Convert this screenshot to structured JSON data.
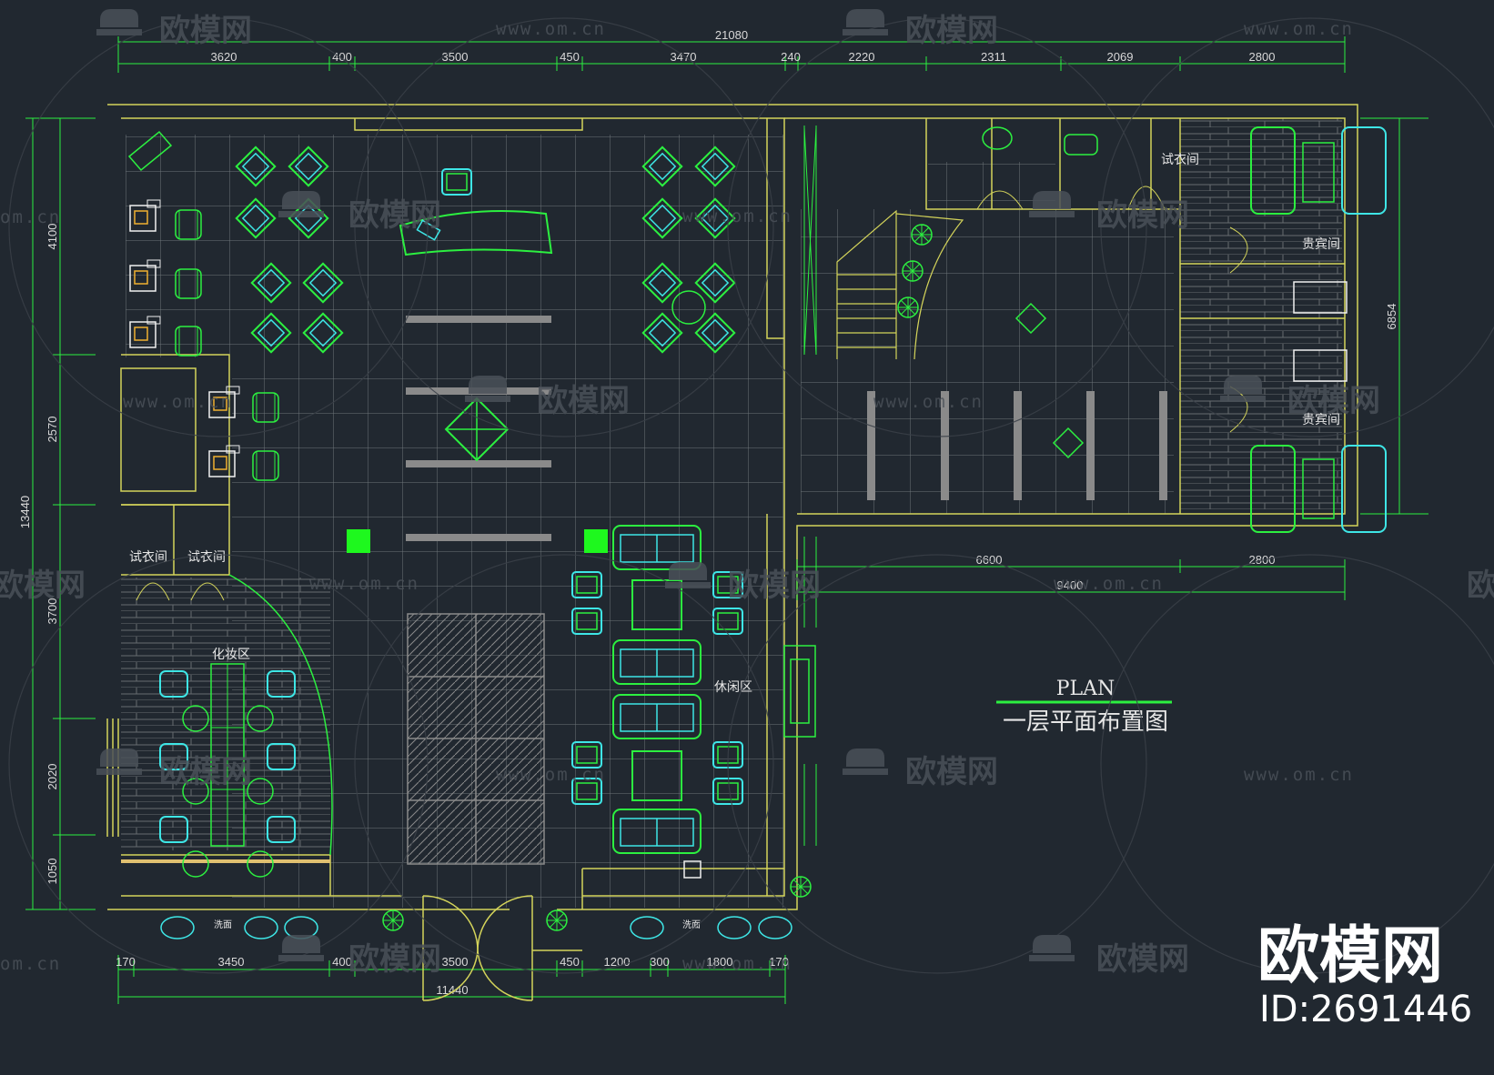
{
  "title": {
    "en": "PLAN",
    "zh": "一层平面布置图"
  },
  "brand": {
    "name": "欧模网",
    "id": "ID:2691446"
  },
  "watermark": {
    "logo": "欧模网",
    "url": "www.om.cn",
    "url_partial": "om.cn",
    "logo_partial": "欧模网"
  },
  "dimensions": {
    "top_total": "21080",
    "top": [
      "3620",
      "400",
      "3500",
      "450",
      "3470",
      "240",
      "2220",
      "2311",
      "2069",
      "2800"
    ],
    "bottom": [
      "170",
      "3450",
      "400",
      "3500",
      "450",
      "1200",
      "300",
      "1800",
      "170"
    ],
    "bottom_total": "11440",
    "left": [
      "4100",
      "2570",
      "3700",
      "2020",
      "1050"
    ],
    "left_total": "13440",
    "right": "6854",
    "right_block": [
      "6600",
      "2800"
    ],
    "right_block_total": "9400"
  },
  "rooms": {
    "fitting_room_1": "试衣间",
    "fitting_room_2": "试衣间",
    "fitting_room_3": "试衣间",
    "makeup_area": "化妆区",
    "lounge_area": "休闲区",
    "vip_room_1": "贵宾间",
    "vip_room_2": "贵宾间",
    "sink_label": "洗面"
  },
  "colors": {
    "wall": "#d4d45a",
    "grid": "#6d7579",
    "furniture_green": "#2cf040",
    "furniture_cyan": "#3ee6e6",
    "background": "#212830"
  }
}
